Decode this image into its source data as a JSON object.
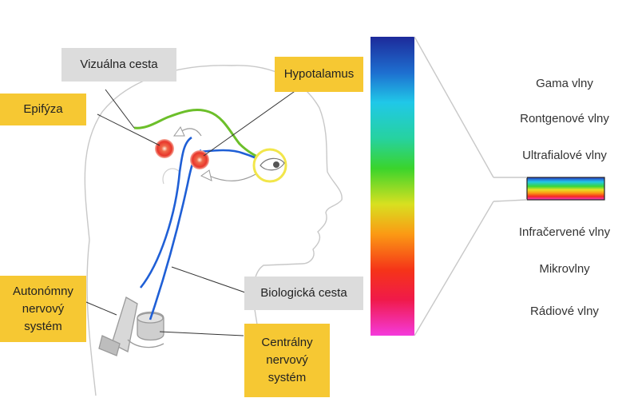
{
  "labels": {
    "vizualna_cesta": "Vizuálna cesta",
    "epifyza": "Epifýza",
    "hypotalamus": "Hypotalamus",
    "biologicka_cesta": "Biologická cesta",
    "autonomny": [
      "Autonómny",
      "nervový",
      "systém"
    ],
    "centralny": [
      "Centrálny",
      "nervový",
      "systém"
    ]
  },
  "spectrum": {
    "waves": [
      "Gama vlny",
      "Rontgenové vlny",
      "Ultrafialové vlny",
      "Infračervené vlny",
      "Mikrovlny",
      "Rádiové vlny"
    ]
  },
  "colors": {
    "label_yellow": "#f6c833",
    "label_grey": "#dcdcdc",
    "visual_path": "#6cbf2a",
    "biological_path": "#1f5fd6",
    "gland_red": "#e8352a",
    "eye_ring": "#f2e64a"
  }
}
